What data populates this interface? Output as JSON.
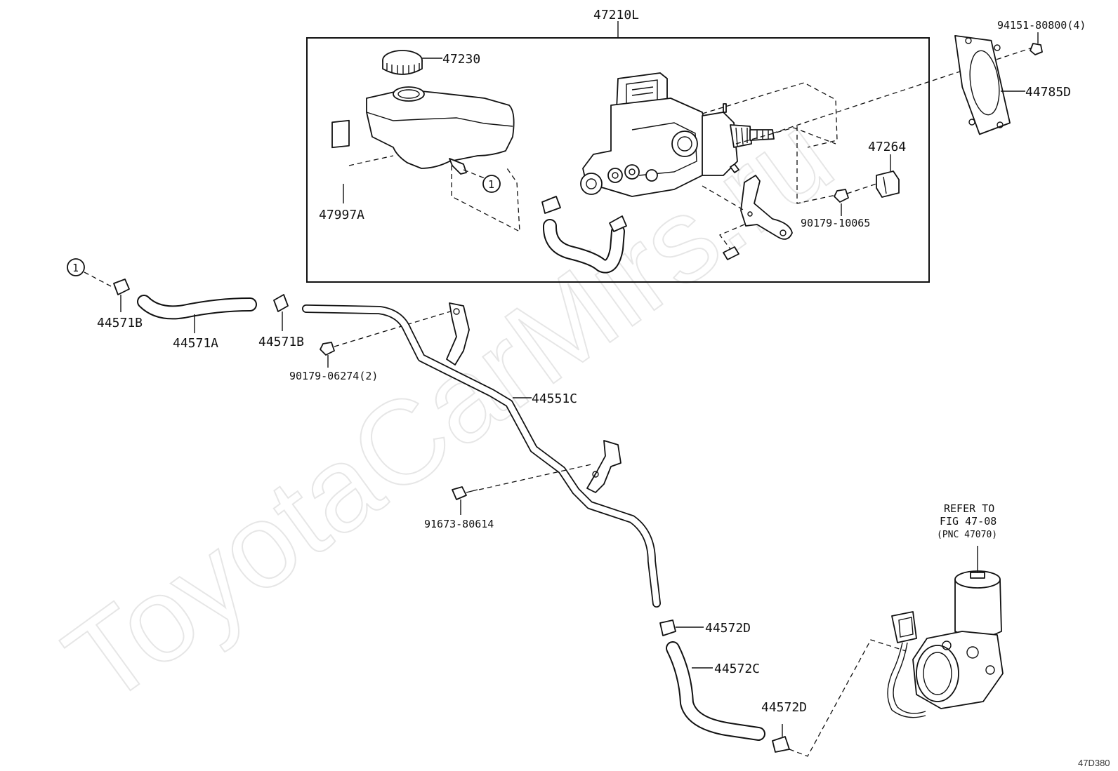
{
  "assembly_label": "47210L",
  "callout": "1",
  "parts": {
    "reservoir_cap": "47230",
    "label_plate": "47997A",
    "gasket": "44785D",
    "gasket_nut": "94151-80800(4)",
    "bracket_clip": "47264",
    "bracket_nut": "90179-10065",
    "clamp_left": "44571B",
    "hose_upper": "44571A",
    "clamp_right": "44571B",
    "pipe_nut": "90179-06274(2)",
    "brake_pipe": "44551C",
    "pipe_bolt": "91673-80614",
    "clamp_lower_top": "44572D",
    "hose_lower": "44572C",
    "clamp_lower_bottom": "44572D"
  },
  "reference": {
    "line1": "REFER TO",
    "line2": "FIG 47-08",
    "line3": "(PNC 47070)"
  },
  "diagram_code": "47D380",
  "watermark": "ToyotaCarMirs.ru"
}
